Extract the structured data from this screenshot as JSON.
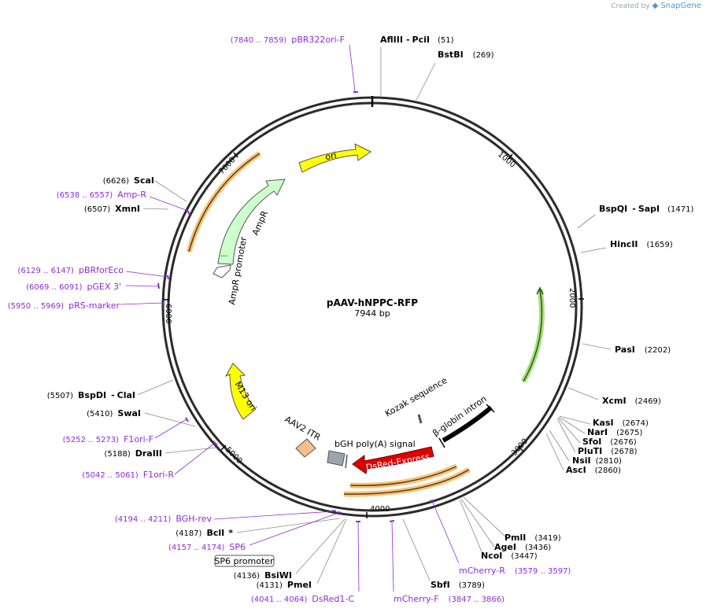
{
  "credit": {
    "prefix": "Created by",
    "brand": "SnapGene"
  },
  "plasmid": {
    "name": "pAAV-hNPPC-RFP",
    "size_label": "7944 bp"
  },
  "ticks": [
    "1000",
    "2000",
    "3000",
    "4000",
    "5000",
    "6000",
    "7000"
  ],
  "features": {
    "ori": "ori",
    "ampr": "AmpR",
    "ampr_promoter": "AmpR promoter",
    "m13_ori": "M13 ori",
    "aav2_itr": "AAV2 ITR",
    "bgh": "bGH poly(A) signal",
    "dsred": "DsRed-Express",
    "kozak": "Kozak sequence",
    "beta_globin": "β-globin intron",
    "sp6_promoter": "SP6 promoter",
    "ellipsis": "..."
  },
  "sites": {
    "afliii": {
      "name": "AflIII",
      "sep": "-",
      "name2": "PciI",
      "pos": "(51)"
    },
    "bstbi": {
      "name": "BstBI",
      "pos": "(269)"
    },
    "bspqi": {
      "name": "BspQI",
      "sep": "-",
      "name2": "SapI",
      "pos": "(1471)"
    },
    "hincii": {
      "name": "HincII",
      "pos": "(1659)"
    },
    "pasi": {
      "name": "PasI",
      "pos": "(2202)"
    },
    "xcmi": {
      "name": "XcmI",
      "pos": "(2469)"
    },
    "kasi": {
      "name": "KasI",
      "pos": "(2674)"
    },
    "nari": {
      "name": "NarI",
      "pos": "(2675)"
    },
    "sfoi": {
      "name": "SfoI",
      "pos": "(2676)"
    },
    "pluti": {
      "name": "PluTI",
      "pos": "(2678)"
    },
    "nsii": {
      "name": "NsiI",
      "pos": "(2810)"
    },
    "asci": {
      "name": "AscI",
      "pos": "(2860)"
    },
    "pmli": {
      "name": "PmlI",
      "pos": "(3419)"
    },
    "agei": {
      "name": "AgeI",
      "pos": "(3436)"
    },
    "ncoi": {
      "name": "NcoI",
      "pos": "(3447)"
    },
    "sbfi": {
      "name": "SbfI",
      "pos": "(3789)"
    },
    "pmei": {
      "name": "PmeI",
      "pos": "(4131)"
    },
    "bsiwi": {
      "name": "BsiWI",
      "pos": "(4136)"
    },
    "bcli": {
      "name": "BclI",
      "star": "*",
      "pos": "(4187)"
    },
    "draiii": {
      "name": "DraIII",
      "pos": "(5188)"
    },
    "swai": {
      "name": "SwaI",
      "pos": "(5410)"
    },
    "bspdi": {
      "name": "BspDI",
      "sep": "-",
      "name2": "ClaI",
      "pos": "(5507)"
    },
    "xmni": {
      "name": "XmnI",
      "pos": "(6507)"
    },
    "scai": {
      "name": "ScaI",
      "pos": "(6626)"
    }
  },
  "primers": {
    "pbr322": {
      "range": "(7840 .. 7859)",
      "name": "pBR322ori-F"
    },
    "ampr": {
      "range": "(6538 .. 6557)",
      "name": "Amp-R"
    },
    "pbrforeco": {
      "range": "(6129 .. 6147)",
      "name": "pBRforEco"
    },
    "pgex": {
      "range": "(6069 .. 6091)",
      "name": "pGEX 3'"
    },
    "prs": {
      "range": "(5950 .. 5969)",
      "name": "pRS-marker"
    },
    "f1orif": {
      "range": "(5252 .. 5273)",
      "name": "F1ori-F"
    },
    "f1orir": {
      "range": "(5042 .. 5061)",
      "name": "F1ori-R"
    },
    "bghrev": {
      "range": "(4194 .. 4211)",
      "name": "BGH-rev"
    },
    "sp6": {
      "range": "(4157 .. 4174)",
      "name": "SP6"
    },
    "dsred1c": {
      "range": "(4041 .. 4064)",
      "name": "DsRed1-C"
    },
    "mcherryf": {
      "range": "(3847 .. 3866)",
      "name": "mCherry-F"
    },
    "mcherryr": {
      "name": "mCherry-R",
      "range": "(3579 .. 3597)"
    }
  },
  "colors": {
    "backbone": "#2b2b2b",
    "primer": "#8f2bd6",
    "ori": "#ffff00",
    "ampr": "#ccffcc",
    "m13": "#ffff00",
    "itr": "#f5c08a",
    "bgh": "#9aa4ae",
    "dsred": "#e00000",
    "orange_glow": "#f4b860",
    "green_glow": "#9cd86a"
  }
}
